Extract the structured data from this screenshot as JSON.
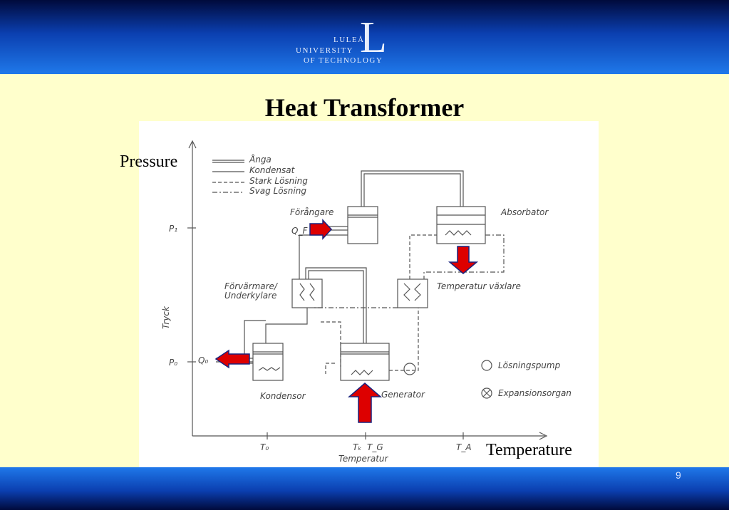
{
  "header": {
    "logo_line1": "LULEÅ",
    "logo_line2": "UNIVERSITY",
    "logo_line3": "OF TECHNOLOGY",
    "logo_mark": "L"
  },
  "slide": {
    "title": "Heat Transformer",
    "pressure_label": "Pressure",
    "temperature_label": "Temperature",
    "page_number": "9"
  },
  "diagram": {
    "legend": [
      "Ånga",
      "Kondensat",
      "Stark Lösning",
      "Svag Lösning"
    ],
    "components": {
      "evaporator": "Förångare",
      "absorber": "Absorbator",
      "preheater": "Förvärmare/ Underkylare",
      "heat_exchanger": "Temperatur växlare",
      "condenser": "Kondensor",
      "generator": "Generator"
    },
    "symbols": {
      "pump": "Lösningspump",
      "expansion": "Expansionsorgan"
    },
    "axis": {
      "y_label": "Tryck",
      "x_label": "Temperatur",
      "p1": "P₁",
      "p0": "P₀",
      "t0": "T₀",
      "tk": "Tₖ",
      "tg": "T_G",
      "ta": "T_A"
    },
    "heat": {
      "qf": "Q_F",
      "q0": "Q₀"
    },
    "colors": {
      "arrow": "#dd0000",
      "arrow_outline": "#1a237e"
    }
  }
}
